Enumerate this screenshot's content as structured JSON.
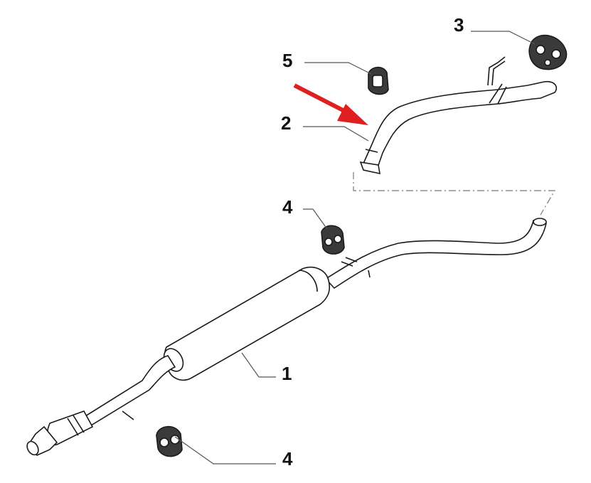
{
  "callouts": {
    "muffler": "1",
    "tailpipe": "2",
    "hanger_three_hole": "3",
    "rubber_mount_upper": "4",
    "rubber_mount_lower": "4",
    "small_mount": "5"
  },
  "colors": {
    "line": "#1a1a1a",
    "part_fill": "#ffffff",
    "rubber": "#3a3a3a",
    "arrow": "#e02020",
    "leader": "#555555",
    "dash": "#777777"
  }
}
